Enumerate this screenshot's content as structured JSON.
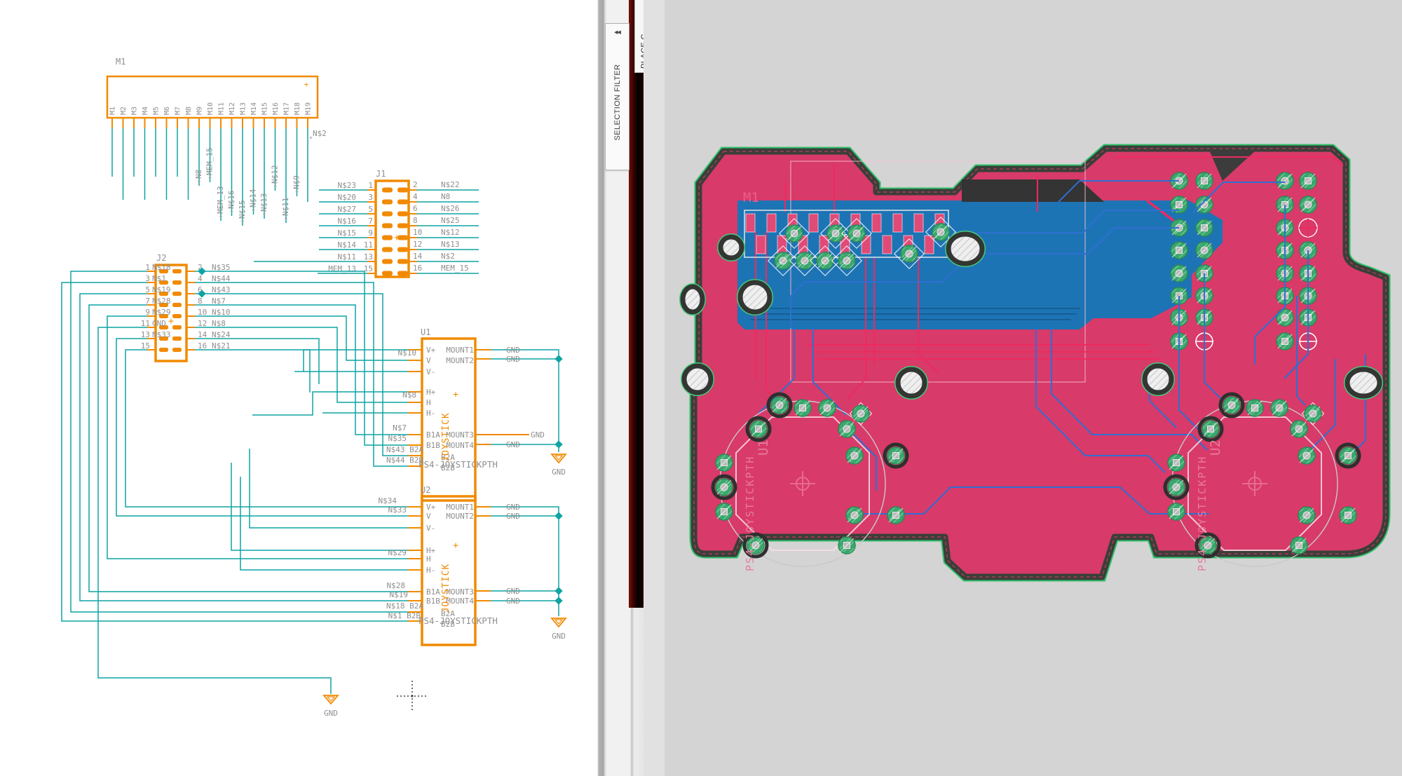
{
  "ui": {
    "selection_filter_tab": "SELECTION FILTER",
    "collapse_chevrons": "◀◀",
    "place_tab": "PLACE C"
  },
  "colors": {
    "wire": "#0fa3a3",
    "part": "#f18a00",
    "text": "#8f8f8f",
    "board": "#d83a69",
    "trace_red": "#ee2a60",
    "copper_blue": "#1d74b4",
    "trace_blue": "#2e6fd2",
    "via_green": "#3ba76d",
    "outline": "#3a3f39",
    "edge_green": "#2fc06a",
    "silk_pink": "#f2a8bd",
    "canvas": "#d4d4d4"
  },
  "schematic": {
    "gnd": "GND",
    "plus": "+",
    "m1": {
      "ref": "M1",
      "float_label": "N$2",
      "pins": [
        "M1",
        "M2",
        "M3",
        "M4",
        "M5",
        "M6",
        "M7",
        "M8",
        "M9",
        "M10",
        "M11",
        "M12",
        "M13",
        "M14",
        "M15",
        "M16",
        "M17",
        "M18",
        "M19"
      ],
      "wire_labels": [
        "",
        "",
        "",
        "",
        "",
        "",
        "",
        "",
        "N8",
        "MEM_15",
        "MEM_13",
        "N$16",
        "N$15",
        "N$14",
        "N$13",
        "N$12",
        "N$11",
        "N$9",
        ""
      ]
    },
    "j1": {
      "ref": "J1",
      "left_pins": [
        "1",
        "3",
        "5",
        "7",
        "9",
        "11",
        "13",
        "15"
      ],
      "left_nets": [
        "N$23",
        "N$20",
        "N$27",
        "N$16",
        "N$15",
        "N$14",
        "N$11",
        "MEM_13"
      ],
      "right_pins": [
        "2",
        "4",
        "6",
        "8",
        "10",
        "12",
        "14",
        "16"
      ],
      "right_nets": [
        "N$22",
        "N8",
        "N$26",
        "N$25",
        "N$12",
        "N$13",
        "N$2",
        "MEM_15"
      ]
    },
    "j2": {
      "ref": "J2",
      "left_pins": [
        "1",
        "3",
        "5",
        "7",
        "9",
        "11",
        "13",
        "15"
      ],
      "left_nets": [
        "N$18",
        "N$1",
        "N$19",
        "N$28",
        "N$29",
        "GND",
        "N$33",
        ""
      ],
      "right_pins": [
        "2",
        "4",
        "6",
        "8",
        "10",
        "12",
        "14",
        "16"
      ],
      "right_nets": [
        "N$35",
        "N$44",
        "N$43",
        "N$7",
        "N$10",
        "N$8",
        "N$24",
        "N$21"
      ]
    },
    "u1": {
      "ref": "U1",
      "value": "PS4-JOYSTICKPTH",
      "body": "JOYSTICK",
      "pin_names_left": [
        "V+",
        "V",
        "V-",
        "H+",
        "H",
        "H-",
        "B1A",
        "B1B"
      ],
      "pin_names_inner": [
        "B2A",
        "B2B"
      ],
      "pin_names_right": [
        "MOUNT1",
        "MOUNT2",
        "MOUNT3",
        "MOUNT4"
      ],
      "wire_labels": [
        "N$10",
        "N$8",
        "N$7",
        "N$35",
        "N$43 B2A",
        "N$44 B2B"
      ]
    },
    "u2": {
      "ref": "U2",
      "value": "PS4-JOYSTICKPTH",
      "body": "JOYSTICK",
      "pin_names_left": [
        "V+",
        "V",
        "V-",
        "H+",
        "H",
        "H-",
        "B1A",
        "B1B"
      ],
      "pin_names_inner": [
        "B2A",
        "B2B"
      ],
      "pin_names_right": [
        "MOUNT1",
        "MOUNT2",
        "MOUNT3",
        "MOUNT4"
      ],
      "wire_labels": [
        "N$34",
        "N$33",
        "N$29",
        "N$28",
        "N$19",
        "N$18 B2A",
        "N$1  B2B"
      ]
    }
  },
  "pcb": {
    "m1_label": "M1",
    "joysticks": [
      {
        "ref": "U1",
        "value": "PS4-JOYSTICKPTH"
      },
      {
        "ref": "U2",
        "value": "PS4-JOYSTICKPTH"
      }
    ]
  }
}
